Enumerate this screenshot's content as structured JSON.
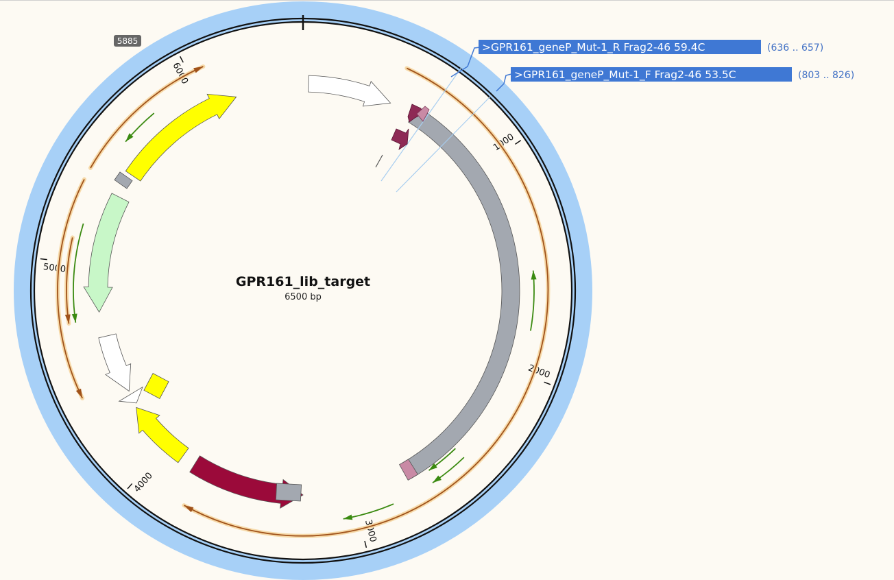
{
  "map": {
    "title": "GPR161_lib_target",
    "length_label": "6500 bp",
    "length_bp": 6500
  },
  "ticks": [
    {
      "bp": 1000,
      "label": "1000"
    },
    {
      "bp": 2000,
      "label": "2000"
    },
    {
      "bp": 3000,
      "label": "3000"
    },
    {
      "bp": 4000,
      "label": "4000"
    },
    {
      "bp": 5000,
      "label": "5000"
    },
    {
      "bp": 6000,
      "label": "6000"
    }
  ],
  "cursor_badge": {
    "label": "5885"
  },
  "primers": [
    {
      "label": ">GPR161_geneP_Mut-1_R Frag2-46 59.4C",
      "range": "(636 .. 657)",
      "start": 636,
      "end": 657
    },
    {
      "label": ">GPR161_geneP_Mut-1_F Frag2-46 53.5C",
      "range": "(803 .. 826)",
      "start": 803,
      "end": 826
    }
  ],
  "colors": {
    "background": "#fdfaf3",
    "selection_ring": "#a7d0f7",
    "backbone": "#111111",
    "primer_label_bg": "#3f78d4",
    "orange_orf": "#a0521a",
    "orange_glow": "#f6d9a8",
    "green_orf": "#3a8a10",
    "gray_feature": "#a3a8b0",
    "yellow_feature": "#ffff00",
    "light_green_feature": "#c8f7c8",
    "dark_red_feature": "#9b0a3a",
    "purple_feature": "#8e2a55",
    "pink_feature": "#c98aa5",
    "white_feature": "#ffffff"
  }
}
